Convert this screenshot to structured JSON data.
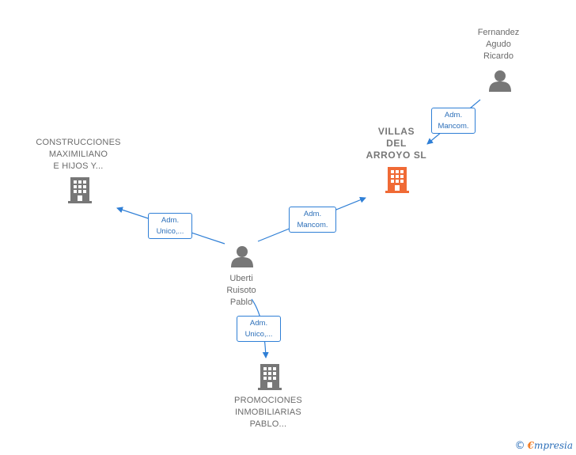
{
  "nodes": {
    "fernandez": {
      "label": "Fernandez\nAgudo\nRicardo",
      "type": "person"
    },
    "villas": {
      "label": "VILLAS\nDEL\nARROYO  SL",
      "type": "company-focus"
    },
    "construcciones": {
      "label": "CONSTRUCCIONES\nMAXIMILIANO\nE HIJOS Y...",
      "type": "company"
    },
    "uberti": {
      "label": "Uberti\nRuisoto\nPablo",
      "type": "person"
    },
    "promociones": {
      "label": "PROMOCIONES\nINMOBILIARIAS\nPABLO...",
      "type": "company"
    }
  },
  "edges": {
    "fernandez_villas": {
      "line1": "Adm.",
      "line2": "Mancom."
    },
    "uberti_villas": {
      "line1": "Adm.",
      "line2": "Mancom."
    },
    "uberti_construcciones": {
      "line1": "Adm.",
      "line2": "Unico,..."
    },
    "uberti_promociones": {
      "line1": "Adm.",
      "line2": "Unico,..."
    }
  },
  "colors": {
    "edge": "#2f7fd6",
    "person_icon": "#777777",
    "company_icon": "#777777",
    "focus_icon": "#f06a35"
  },
  "footer": {
    "copyright": "©",
    "brand_e": "€",
    "brand_rest": "mpresia"
  }
}
